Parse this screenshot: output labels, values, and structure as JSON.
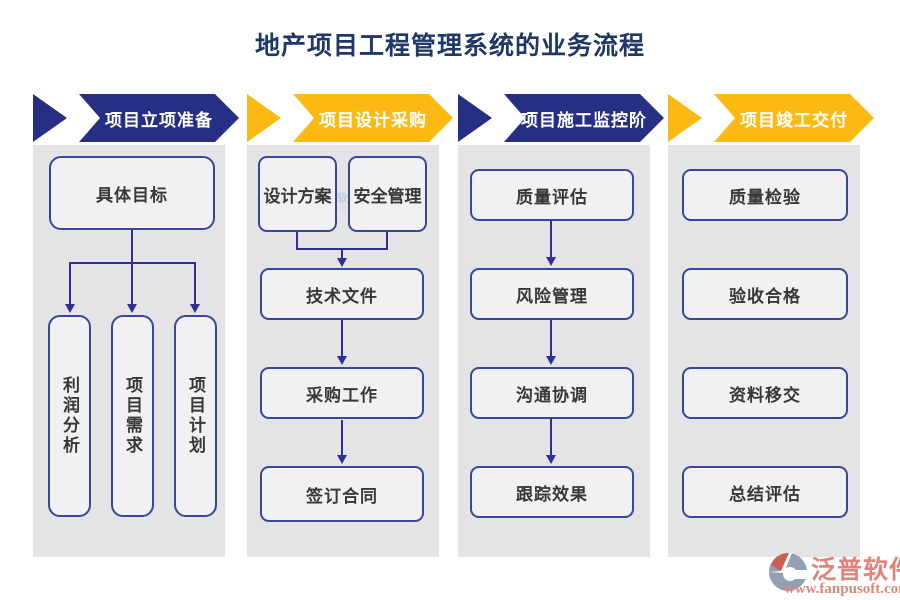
{
  "title": "地产项目工程管理系统的业务流程",
  "colors": {
    "banner_navy": "#272f85",
    "banner_yellow": "#fdb913",
    "panel_bg": "#e4e4e6",
    "box_bg": "#f1f1f3",
    "box_border": "#3a4795",
    "connector": "#2e3192",
    "title_color": "#1f3864",
    "logo_color": "#e2837a"
  },
  "columns": [
    {
      "banner": "项目立项准备",
      "boxes": [
        "具体目标"
      ],
      "vertical_boxes": [
        "利润分析",
        "项目需求",
        "项目计划"
      ]
    },
    {
      "banner": "项目设计采购",
      "top_boxes": [
        "设计方案",
        "安全管理"
      ],
      "flow_boxes": [
        "技术文件",
        "采购工作",
        "签订合同"
      ]
    },
    {
      "banner": "项目施工监控阶",
      "flow_boxes": [
        "质量评估",
        "风险管理",
        "沟通协调",
        "跟踪效果"
      ]
    },
    {
      "banner": "项目竣工交付",
      "flow_boxes": [
        "质量检验",
        "验收合格",
        "资料移交",
        "总结评估"
      ]
    }
  ],
  "watermark": {
    "line1": "泛普软件",
    "line2": "FANPU SOFTWARE"
  },
  "footer": {
    "logo_text": "泛普软件",
    "url": "www.fanpusoft.com"
  }
}
